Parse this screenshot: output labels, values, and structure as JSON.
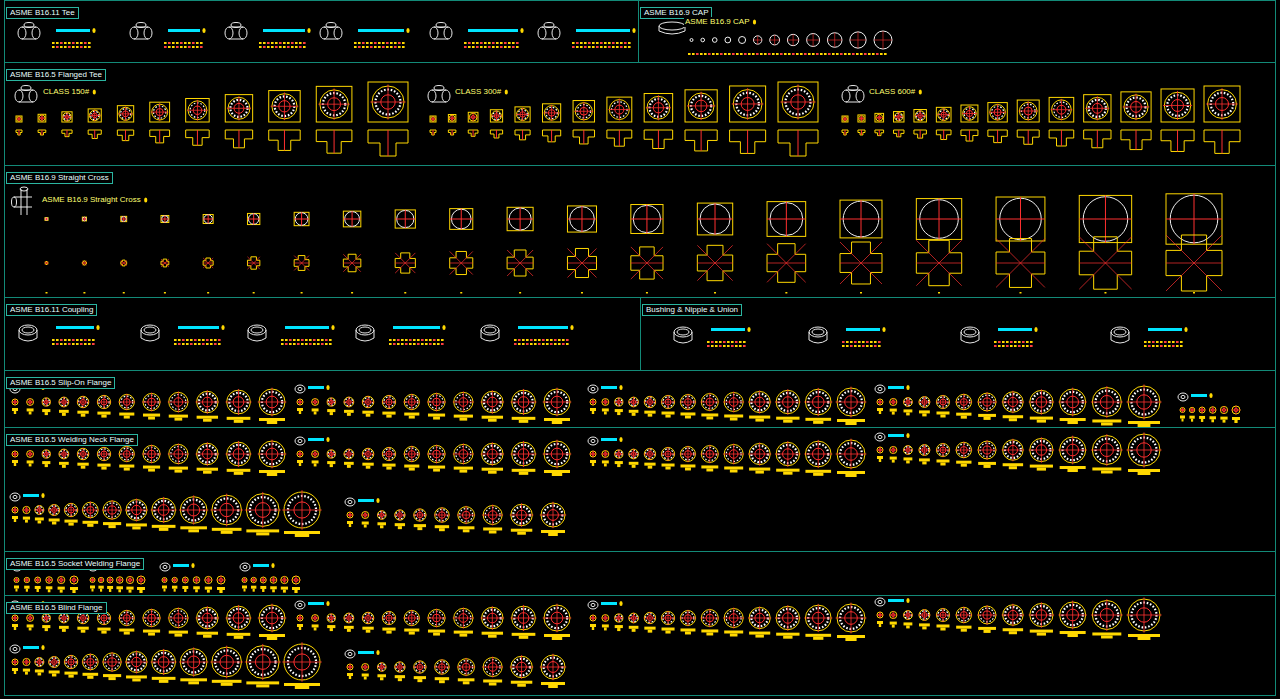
{
  "diagram": {
    "nodes": [
      {
        "text": [
          "ASME B16.11 Tee"
        ]
      },
      {
        "text": [
          "ASME B16.9 CAP"
        ]
      },
      {
        "text": [
          "ASME B16.5 Flanged Tee"
        ]
      },
      {
        "text": [
          "ASME B16.9 Straight Cross"
        ]
      },
      {
        "text": [
          "ASME B16.11 Coupling"
        ]
      },
      {
        "text": [
          "Bushing & Nipple & Union"
        ]
      },
      {
        "text": [
          "ASME B16.5 Slip-On Flange"
        ]
      },
      {
        "text": [
          "ASME B16.5 Welding Neck Flange"
        ]
      },
      {
        "text": [
          "ASME B16.5 Socket Welding Flange"
        ]
      },
      {
        "text": [
          "ASME B16.5 Blind Flange"
        ]
      }
    ],
    "labels": [
      "ASME B16.9 CAP",
      "CLASS 150#",
      "CLASS 300#",
      "CLASS 600#",
      "ASME B16.9 Straight Cross"
    ]
  }
}
